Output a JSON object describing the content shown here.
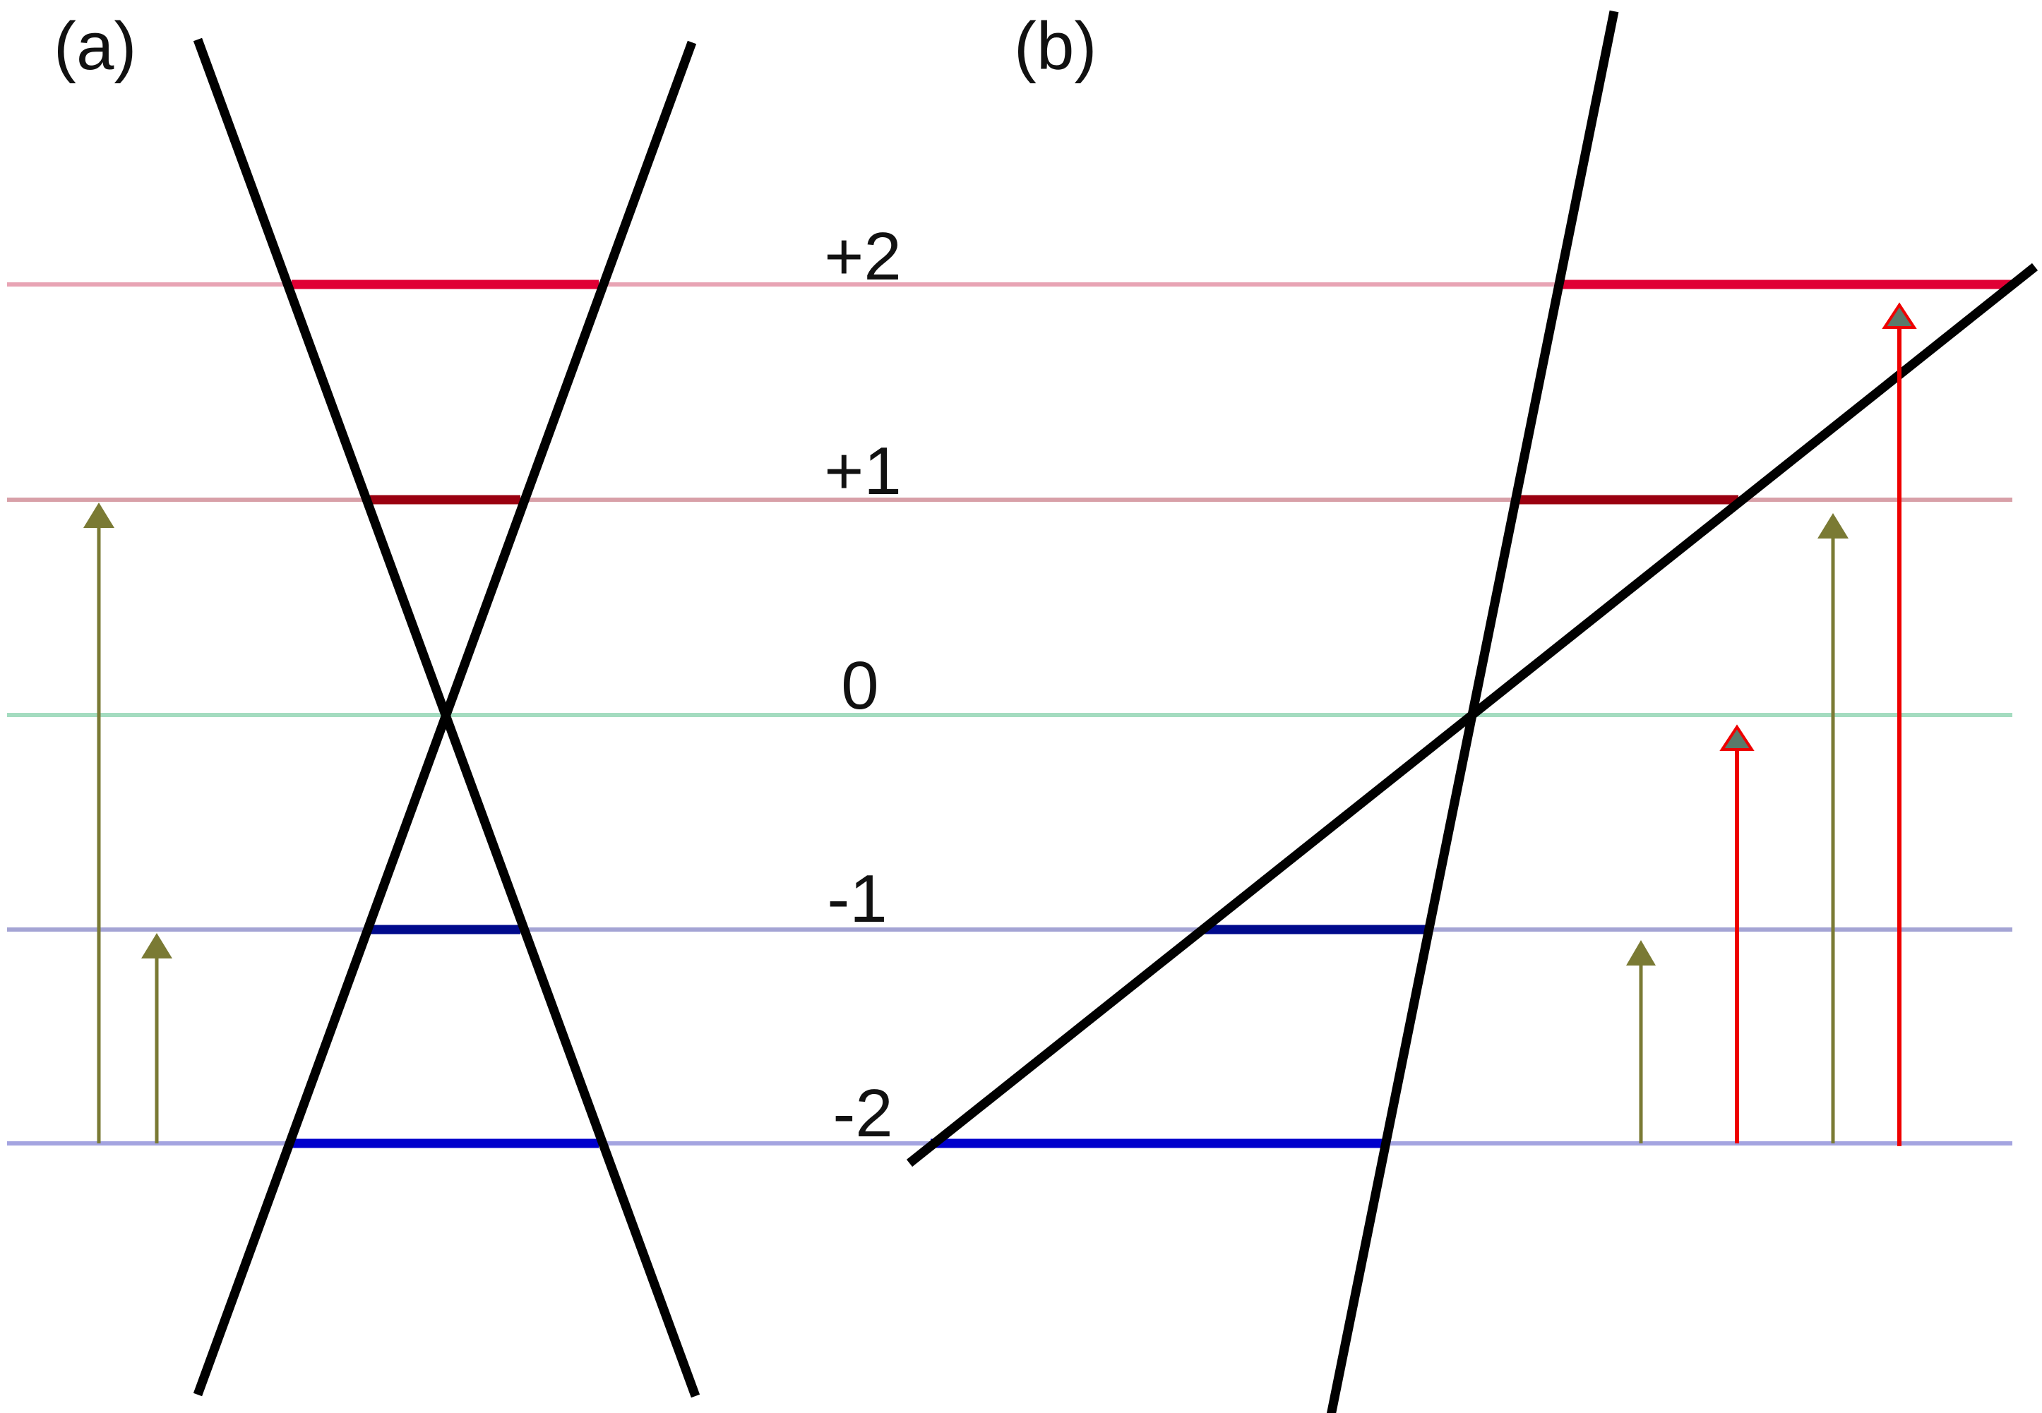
{
  "panels": {
    "a": {
      "label": "(a)"
    },
    "b": {
      "label": "(b)"
    }
  },
  "levels": [
    {
      "label": "+2",
      "color": "#e8a4b4"
    },
    {
      "label": "+1",
      "color": "#d8a0a8"
    },
    {
      "label": "0",
      "color": "#a4dcc0"
    },
    {
      "label": "-1",
      "color": "#a4a4d4"
    },
    {
      "label": "-2",
      "color": "#a4a4e0"
    }
  ],
  "colors": {
    "crossing_line": "#000000",
    "segment_plus2": "#e00034",
    "segment_plus1": "#9a0010",
    "segment_minus1": "#000a8c",
    "segment_minus2": "#0000cc",
    "arrow_olive": "#7a7a34",
    "arrow_red": "#ee0000",
    "arrow_red_head_fill": "#5a7a6a"
  },
  "arrows": {
    "a": [
      {
        "from_level": "-2",
        "to_level": "+1",
        "style": "olive"
      },
      {
        "from_level": "-2",
        "to_level": "-1",
        "style": "olive"
      }
    ],
    "b": [
      {
        "from_level": "-2",
        "to_level": "-1",
        "style": "olive"
      },
      {
        "from_level": "-2",
        "to_level": "0",
        "style": "red"
      },
      {
        "from_level": "-2",
        "to_level": "+1",
        "style": "olive"
      },
      {
        "from_level": "-2",
        "to_level": "+2",
        "style": "red"
      }
    ]
  }
}
